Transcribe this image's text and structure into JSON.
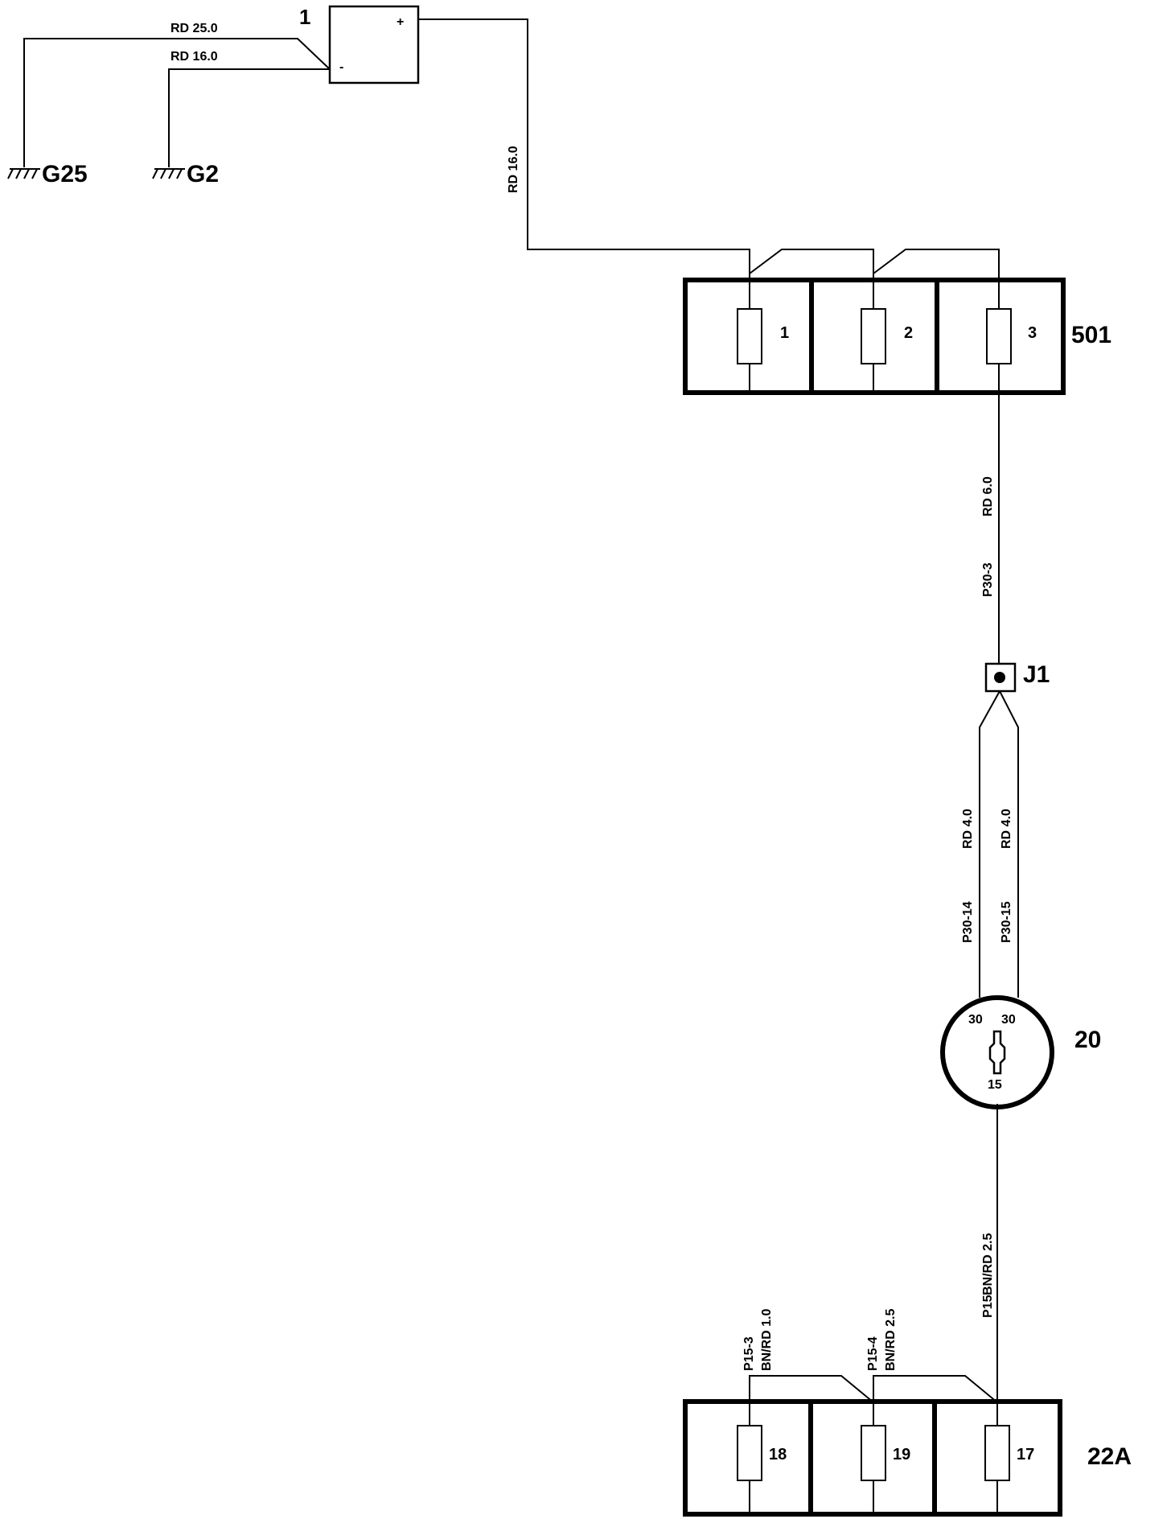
{
  "components": {
    "battery": {
      "id": "1",
      "plus": "+",
      "minus": "-"
    },
    "ground_g25": "G25",
    "ground_g2": "G2",
    "fusebox_501": {
      "id": "501",
      "fuses": [
        "1",
        "2",
        "3"
      ]
    },
    "junction": "J1",
    "ignition_switch": {
      "id": "20",
      "pin_in_a": "30",
      "pin_in_b": "30",
      "pin_out": "15"
    },
    "fusebox_22a": {
      "id": "22A",
      "fuses": [
        "18",
        "19",
        "17"
      ]
    }
  },
  "wires": {
    "battery_g25": "RD 25.0",
    "battery_g2": "RD 16.0",
    "battery_plus": "RD 16.0",
    "p30_3_circuit": "P30-3",
    "p30_3_wire": "RD 6.0",
    "p30_14_circuit": "P30-14",
    "p30_14_wire": "RD 4.0",
    "p30_15_circuit": "P30-15",
    "p30_15_wire": "RD 4.0",
    "p15_circuit": "P15",
    "p15_wire": "BN/RD 2.5",
    "p15_3_circuit": "P15-3",
    "p15_3_wire": "BN/RD 1.0",
    "p15_4_circuit": "P15-4",
    "p15_4_wire": "BN/RD 2.5"
  }
}
